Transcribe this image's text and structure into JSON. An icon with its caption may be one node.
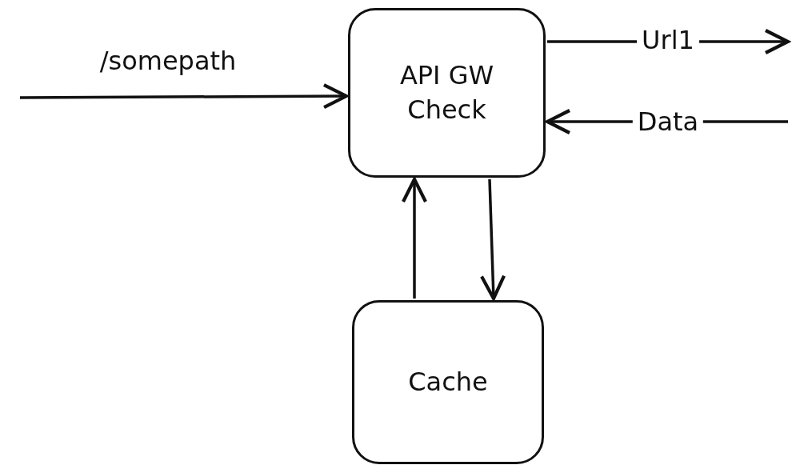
{
  "diagram": {
    "nodes": [
      {
        "text": [
          "API GW Check"
        ]
      },
      {
        "text": [
          "Cache"
        ]
      }
    ],
    "edges": [
      {
        "from": null,
        "to": 0,
        "arrow": "to",
        "label": "/somepath"
      },
      {
        "from": 0,
        "to": null,
        "arrow": "to",
        "label": "Url1"
      },
      {
        "from": null,
        "to": 0,
        "arrow": "to",
        "label": "Data"
      },
      {
        "from": 1,
        "to": 0,
        "arrow": "to"
      },
      {
        "from": 0,
        "to": 1,
        "arrow": "to"
      }
    ]
  }
}
